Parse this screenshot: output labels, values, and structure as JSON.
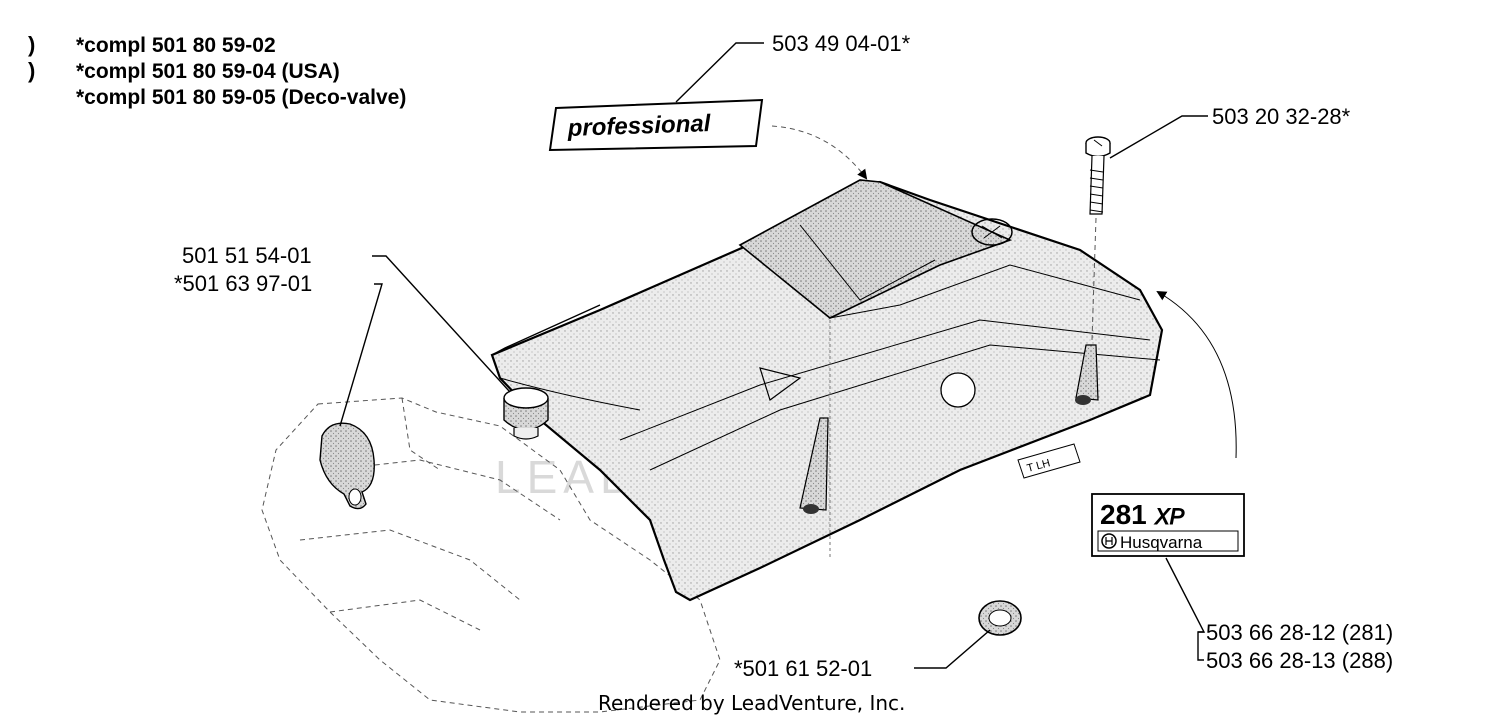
{
  "header": {
    "lines": [
      "*compl 501 80 59-02",
      "*compl 501 80 59-04 (USA)",
      "*compl 501 80 59-05 (Deco-valve)"
    ]
  },
  "labels": {
    "decal_professional": "503 49 04-01*",
    "screw": "503 20 32-28*",
    "plug_a": "501 51 54-01",
    "plug_b": "*501 63 97-01",
    "decal_model_281": "503 66 28-12 (281)",
    "decal_model_288": "503 66 28-13 (288)",
    "grommet": "*501 61 52-01"
  },
  "decals": {
    "professional_text": "professional",
    "model_text": "281",
    "model_suffix": "XP",
    "brand_text": "Husqvarna",
    "cover_mark": "T LH"
  },
  "watermark": "LEAD",
  "footer": "Rendered by LeadVenture, Inc."
}
